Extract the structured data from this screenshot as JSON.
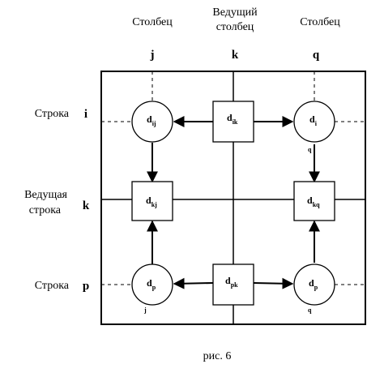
{
  "columns": {
    "col_j_header": "Столбец",
    "col_k_header_line1": "Ведущий",
    "col_k_header_line2": "столбец",
    "col_q_header": "Столбец",
    "j": "j",
    "k": "k",
    "q": "q"
  },
  "rows": {
    "row_i_label": "Строка",
    "row_k_label_line1": "Ведущая",
    "row_k_label_line2": "строка",
    "row_p_label": "Строка",
    "i": "i",
    "k": "k",
    "p": "p"
  },
  "nodes": {
    "dij": {
      "main": "d",
      "sub": "ij"
    },
    "dik": {
      "main": "d",
      "sub": "ik"
    },
    "di": {
      "main": "d",
      "sub": "i"
    },
    "dkj": {
      "main": "d",
      "sub": "kj"
    },
    "dkq": {
      "main": "d",
      "sub": "kq"
    },
    "dp_left": {
      "main": "d",
      "sub": "p"
    },
    "dpk": {
      "main": "d",
      "sub": "pk"
    },
    "dp_right": {
      "main": "d",
      "sub": "p"
    }
  },
  "marks": {
    "q_under_di": "q",
    "j_under_dp": "j",
    "q_under_dp": "q"
  },
  "caption": "рис. 6"
}
